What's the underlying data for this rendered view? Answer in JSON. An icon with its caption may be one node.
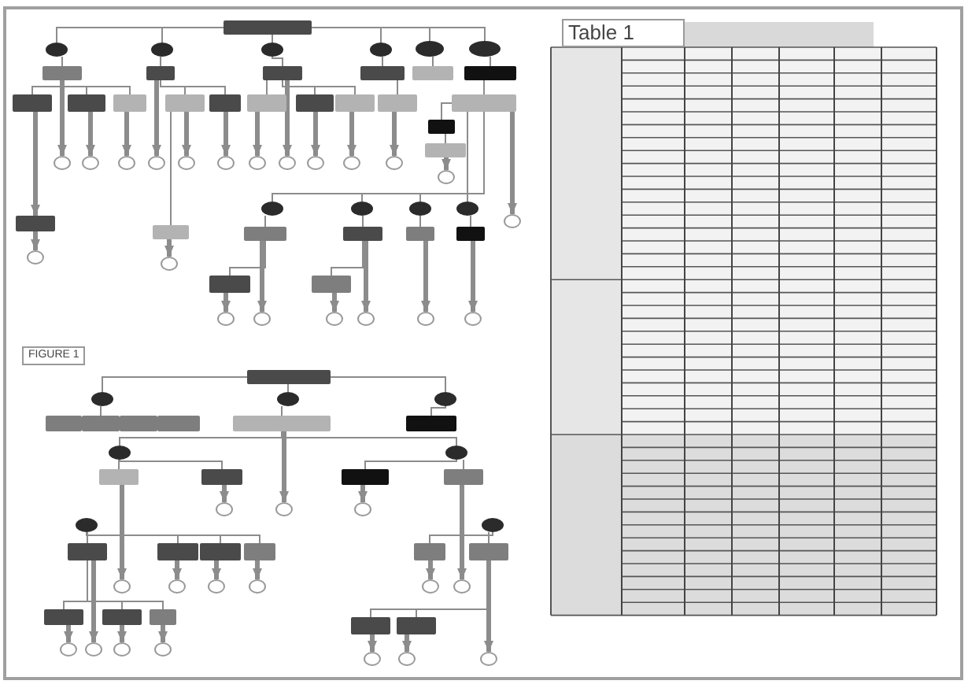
{
  "diagram": {
    "nodes": [
      {
        "text": [],
        "shape": "box"
      },
      {
        "text": [],
        "shape": "circle"
      },
      {
        "text": [],
        "shape": "circle"
      },
      {
        "text": [],
        "shape": "circle"
      },
      {
        "text": [],
        "shape": "circle"
      },
      {
        "text": [],
        "shape": "circle"
      },
      {
        "text": [],
        "shape": "circle"
      },
      {
        "text": [],
        "shape": "box"
      },
      {
        "text": [],
        "shape": "box"
      },
      {
        "text": [],
        "shape": "box"
      },
      {
        "text": [],
        "shape": "box"
      },
      {
        "text": [],
        "shape": "box"
      },
      {
        "text": [],
        "shape": "box"
      },
      {
        "text": [],
        "shape": "box"
      },
      {
        "text": [],
        "shape": "box"
      },
      {
        "text": [],
        "shape": "box"
      },
      {
        "text": [],
        "shape": "box"
      },
      {
        "text": [],
        "shape": "box"
      },
      {
        "text": [],
        "shape": "box"
      },
      {
        "text": [],
        "shape": "box"
      },
      {
        "text": [],
        "shape": "box"
      },
      {
        "text": [],
        "shape": "box"
      },
      {
        "text": [],
        "shape": "box"
      },
      {
        "text": [],
        "shape": "circle"
      },
      {
        "text": [],
        "shape": "circle"
      },
      {
        "text": [],
        "shape": "circle"
      },
      {
        "text": [],
        "shape": "circle"
      },
      {
        "text": [],
        "shape": "circle"
      },
      {
        "text": [],
        "shape": "circle"
      },
      {
        "text": [],
        "shape": "circle"
      },
      {
        "text": [],
        "shape": "circle"
      },
      {
        "text": [],
        "shape": "circle"
      },
      {
        "text": [],
        "shape": "circle"
      },
      {
        "text": [],
        "shape": "circle"
      },
      {
        "text": [],
        "shape": "box"
      },
      {
        "text": [],
        "shape": "box"
      },
      {
        "text": [],
        "shape": "circle"
      },
      {
        "text": [],
        "shape": "box"
      },
      {
        "text": [],
        "shape": "circle"
      },
      {
        "text": [],
        "shape": "box"
      },
      {
        "text": [],
        "shape": "circle"
      },
      {
        "text": [],
        "shape": "circle"
      },
      {
        "text": [],
        "shape": "circle"
      },
      {
        "text": [],
        "shape": "circle"
      },
      {
        "text": [],
        "shape": "circle"
      },
      {
        "text": [],
        "shape": "box"
      },
      {
        "text": [],
        "shape": "box"
      },
      {
        "text": [],
        "shape": "box"
      },
      {
        "text": [],
        "shape": "box"
      },
      {
        "text": [],
        "shape": "box"
      },
      {
        "text": [],
        "shape": "box"
      },
      {
        "text": [],
        "shape": "circle"
      },
      {
        "text": [],
        "shape": "circle"
      },
      {
        "text": [],
        "shape": "circle"
      },
      {
        "text": [],
        "shape": "circle"
      },
      {
        "text": [],
        "shape": "circle"
      },
      {
        "text": [],
        "shape": "circle"
      },
      {
        "text": [],
        "shape": "circle"
      },
      {
        "text": [],
        "shape": "box"
      },
      {
        "text": [],
        "shape": "circle"
      },
      {
        "text": [],
        "shape": "circle"
      },
      {
        "text": [],
        "shape": "circle"
      },
      {
        "text": [],
        "shape": "box"
      },
      {
        "text": [],
        "shape": "box"
      },
      {
        "text": [],
        "shape": "box"
      },
      {
        "text": [],
        "shape": "box"
      },
      {
        "text": [],
        "shape": "box"
      },
      {
        "text": [],
        "shape": "box"
      },
      {
        "text": [],
        "shape": "circle"
      },
      {
        "text": [],
        "shape": "circle"
      },
      {
        "text": [],
        "shape": "box"
      },
      {
        "text": [],
        "shape": "box"
      },
      {
        "text": [],
        "shape": "box"
      },
      {
        "text": [],
        "shape": "box"
      },
      {
        "text": [],
        "shape": "circle"
      },
      {
        "text": [],
        "shape": "circle"
      },
      {
        "text": [],
        "shape": "circle"
      },
      {
        "text": [],
        "shape": "circle"
      },
      {
        "text": [],
        "shape": "circle"
      },
      {
        "text": [],
        "shape": "box"
      },
      {
        "text": [],
        "shape": "box"
      },
      {
        "text": [],
        "shape": "box"
      },
      {
        "text": [],
        "shape": "box"
      },
      {
        "text": [],
        "shape": "box"
      },
      {
        "text": [],
        "shape": "box"
      },
      {
        "text": [],
        "shape": "circle"
      },
      {
        "text": [],
        "shape": "circle"
      },
      {
        "text": [],
        "shape": "circle"
      },
      {
        "text": [],
        "shape": "circle"
      },
      {
        "text": [],
        "shape": "circle"
      },
      {
        "text": [],
        "shape": "circle"
      },
      {
        "text": [],
        "shape": "box"
      },
      {
        "text": [],
        "shape": "box"
      },
      {
        "text": [],
        "shape": "box"
      },
      {
        "text": [],
        "shape": "box"
      },
      {
        "text": [],
        "shape": "box"
      },
      {
        "text": [],
        "shape": "circle"
      },
      {
        "text": [],
        "shape": "circle"
      },
      {
        "text": [],
        "shape": "circle"
      },
      {
        "text": [],
        "shape": "circle"
      },
      {
        "text": [],
        "shape": "circle"
      },
      {
        "text": [],
        "shape": "circle"
      },
      {
        "text": [],
        "shape": "circle"
      }
    ],
    "edges": [
      {
        "from": 0,
        "to": 1,
        "arrow": "none"
      },
      {
        "from": 0,
        "to": 2,
        "arrow": "none"
      },
      {
        "from": 0,
        "to": 3,
        "arrow": "none"
      },
      {
        "from": 0,
        "to": 4,
        "arrow": "none"
      },
      {
        "from": 0,
        "to": 5,
        "arrow": "none"
      },
      {
        "from": 0,
        "to": 6,
        "arrow": "none"
      },
      {
        "from": 1,
        "to": 7,
        "arrow": "none"
      },
      {
        "from": 2,
        "to": 8,
        "arrow": "none"
      },
      {
        "from": 3,
        "to": 9,
        "arrow": "none"
      },
      {
        "from": 4,
        "to": 10,
        "arrow": "none"
      },
      {
        "from": 5,
        "to": 11,
        "arrow": "none"
      },
      {
        "from": 6,
        "to": 12,
        "arrow": "none"
      },
      {
        "from": 7,
        "to": 13,
        "arrow": "none"
      },
      {
        "from": 7,
        "to": 14,
        "arrow": "none"
      },
      {
        "from": 7,
        "to": 15,
        "arrow": "none"
      },
      {
        "from": 8,
        "to": 16,
        "arrow": "none"
      },
      {
        "from": 8,
        "to": 17,
        "arrow": "none"
      },
      {
        "from": 9,
        "to": 18,
        "arrow": "none"
      },
      {
        "from": 9,
        "to": 19,
        "arrow": "none"
      },
      {
        "from": 9,
        "to": 20,
        "arrow": "none"
      },
      {
        "from": 10,
        "to": 21,
        "arrow": "none"
      },
      {
        "from": 12,
        "to": 22,
        "arrow": "none"
      },
      {
        "from": 22,
        "to": 34,
        "arrow": "none"
      },
      {
        "from": 34,
        "to": 35,
        "arrow": "none"
      },
      {
        "from": 22,
        "to": 41,
        "arrow": "none"
      },
      {
        "from": 22,
        "to": 42,
        "arrow": "none"
      },
      {
        "from": 22,
        "to": 43,
        "arrow": "none"
      },
      {
        "from": 22,
        "to": 44,
        "arrow": "none"
      },
      {
        "from": 41,
        "to": 45,
        "arrow": "none"
      },
      {
        "from": 42,
        "to": 46,
        "arrow": "none"
      },
      {
        "from": 43,
        "to": 47,
        "arrow": "none"
      },
      {
        "from": 44,
        "to": 48,
        "arrow": "none"
      },
      {
        "from": 45,
        "to": 49,
        "arrow": "none"
      },
      {
        "from": 46,
        "to": 50,
        "arrow": "none"
      },
      {
        "from": 16,
        "to": 39,
        "arrow": "none"
      },
      {
        "from": 7,
        "to": 23,
        "arrow": "to",
        "style": "thick"
      },
      {
        "from": 14,
        "to": 24,
        "arrow": "to",
        "style": "thick"
      },
      {
        "from": 15,
        "to": 25,
        "arrow": "to",
        "style": "thick"
      },
      {
        "from": 8,
        "to": 26,
        "arrow": "to",
        "style": "thick"
      },
      {
        "from": 16,
        "to": 27,
        "arrow": "to",
        "style": "thick"
      },
      {
        "from": 17,
        "to": 28,
        "arrow": "to",
        "style": "thick"
      },
      {
        "from": 18,
        "to": 29,
        "arrow": "to",
        "style": "thick"
      },
      {
        "from": 9,
        "to": 30,
        "arrow": "to",
        "style": "thick"
      },
      {
        "from": 19,
        "to": 31,
        "arrow": "to",
        "style": "thick"
      },
      {
        "from": 20,
        "to": 32,
        "arrow": "to",
        "style": "thick"
      },
      {
        "from": 21,
        "to": 33,
        "arrow": "to",
        "style": "thick"
      },
      {
        "from": 13,
        "to": 37,
        "arrow": "to",
        "style": "thick"
      },
      {
        "from": 37,
        "to": 38,
        "arrow": "to",
        "style": "thick"
      },
      {
        "from": 39,
        "to": 40,
        "arrow": "to",
        "style": "thick"
      },
      {
        "from": 35,
        "to": 36,
        "arrow": "to",
        "style": "thick"
      },
      {
        "from": 22,
        "to": 57,
        "arrow": "to",
        "style": "thick"
      },
      {
        "from": 45,
        "to": 52,
        "arrow": "to",
        "style": "thick"
      },
      {
        "from": 49,
        "to": 51,
        "arrow": "to",
        "style": "thick"
      },
      {
        "from": 46,
        "to": 54,
        "arrow": "to",
        "style": "thick"
      },
      {
        "from": 50,
        "to": 53,
        "arrow": "to",
        "style": "thick"
      },
      {
        "from": 47,
        "to": 55,
        "arrow": "to",
        "style": "thick"
      },
      {
        "from": 48,
        "to": 56,
        "arrow": "to",
        "style": "thick"
      },
      {
        "from": 58,
        "to": 59,
        "arrow": "none"
      },
      {
        "from": 58,
        "to": 60,
        "arrow": "none"
      },
      {
        "from": 58,
        "to": 61,
        "arrow": "none"
      },
      {
        "from": 59,
        "to": 63,
        "arrow": "none"
      },
      {
        "from": 60,
        "to": 66,
        "arrow": "none"
      },
      {
        "from": 61,
        "to": 67,
        "arrow": "none"
      },
      {
        "from": 66,
        "to": 68,
        "arrow": "none"
      },
      {
        "from": 66,
        "to": 69,
        "arrow": "none"
      },
      {
        "from": 68,
        "to": 70,
        "arrow": "none"
      },
      {
        "from": 68,
        "to": 71,
        "arrow": "none"
      },
      {
        "from": 69,
        "to": 72,
        "arrow": "none"
      },
      {
        "from": 69,
        "to": 73,
        "arrow": "none"
      },
      {
        "from": 77,
        "to": 79,
        "arrow": "none"
      },
      {
        "from": 77,
        "to": 80,
        "arrow": "none"
      },
      {
        "from": 77,
        "to": 81,
        "arrow": "none"
      },
      {
        "from": 77,
        "to": 82,
        "arrow": "none"
      },
      {
        "from": 78,
        "to": 83,
        "arrow": "none"
      },
      {
        "from": 78,
        "to": 84,
        "arrow": "none"
      },
      {
        "from": 79,
        "to": 91,
        "arrow": "none"
      },
      {
        "from": 79,
        "to": 92,
        "arrow": "none"
      },
      {
        "from": 79,
        "to": 93,
        "arrow": "none"
      },
      {
        "from": 84,
        "to": 94,
        "arrow": "none"
      },
      {
        "from": 84,
        "to": 95,
        "arrow": "none"
      },
      {
        "from": 66,
        "to": 75,
        "arrow": "to",
        "style": "thick"
      },
      {
        "from": 71,
        "to": 74,
        "arrow": "to",
        "style": "thick"
      },
      {
        "from": 72,
        "to": 76,
        "arrow": "to",
        "style": "thick"
      },
      {
        "from": 70,
        "to": 85,
        "arrow": "to",
        "style": "thick"
      },
      {
        "from": 80,
        "to": 86,
        "arrow": "to",
        "style": "thick"
      },
      {
        "from": 81,
        "to": 87,
        "arrow": "to",
        "style": "thick"
      },
      {
        "from": 82,
        "to": 88,
        "arrow": "to",
        "style": "thick"
      },
      {
        "from": 83,
        "to": 89,
        "arrow": "to",
        "style": "thick"
      },
      {
        "from": 73,
        "to": 90,
        "arrow": "to",
        "style": "thick"
      },
      {
        "from": 79,
        "to": 97,
        "arrow": "to",
        "style": "thick"
      },
      {
        "from": 91,
        "to": 96,
        "arrow": "to",
        "style": "thick"
      },
      {
        "from": 92,
        "to": 98,
        "arrow": "to",
        "style": "thick"
      },
      {
        "from": 93,
        "to": 99,
        "arrow": "to",
        "style": "thick"
      },
      {
        "from": 84,
        "to": 102,
        "arrow": "to",
        "style": "thick"
      },
      {
        "from": 94,
        "to": 100,
        "arrow": "to",
        "style": "thick"
      },
      {
        "from": 95,
        "to": 101,
        "arrow": "to",
        "style": "thick"
      }
    ],
    "labels": [
      "Table 1",
      "FIGURE 1"
    ]
  }
}
